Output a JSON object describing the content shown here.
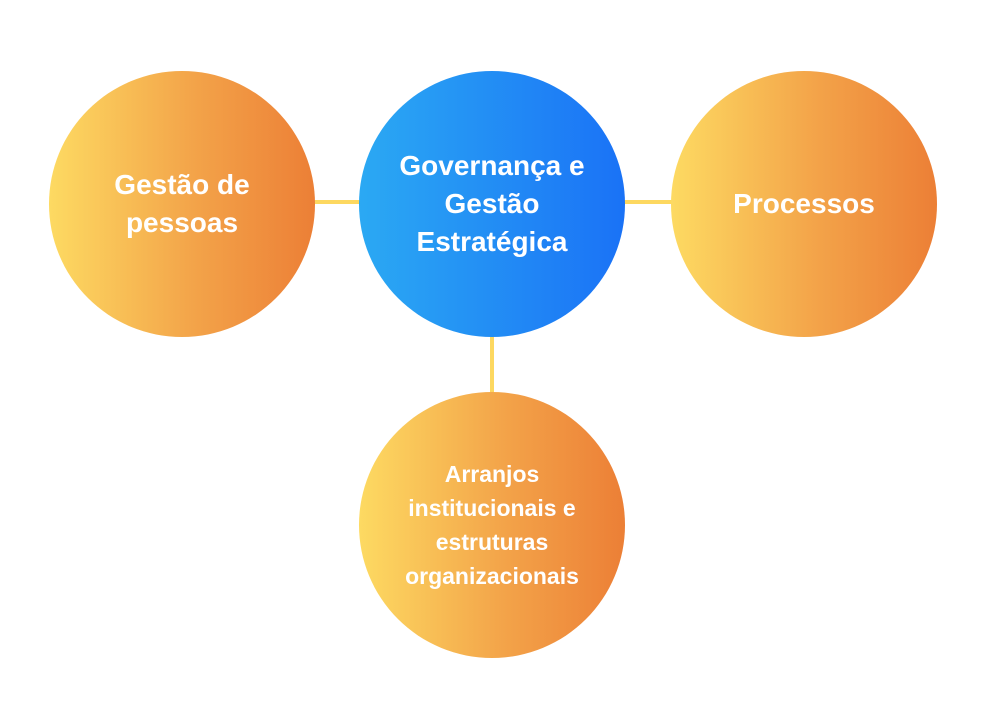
{
  "nodes": {
    "center": {
      "label": "Governança e Gestão Estratégica"
    },
    "left": {
      "label": "Gestão de pessoas"
    },
    "right": {
      "label": "Processos"
    },
    "bottom": {
      "label": "Arranjos institucionais e estruturas organizacionais"
    }
  },
  "colors": {
    "connector": "#FDD860",
    "orange_start": "#FDDA62",
    "orange_end": "#EC7F36",
    "blue_start": "#2BA9F3",
    "blue_end": "#1A72F6"
  }
}
